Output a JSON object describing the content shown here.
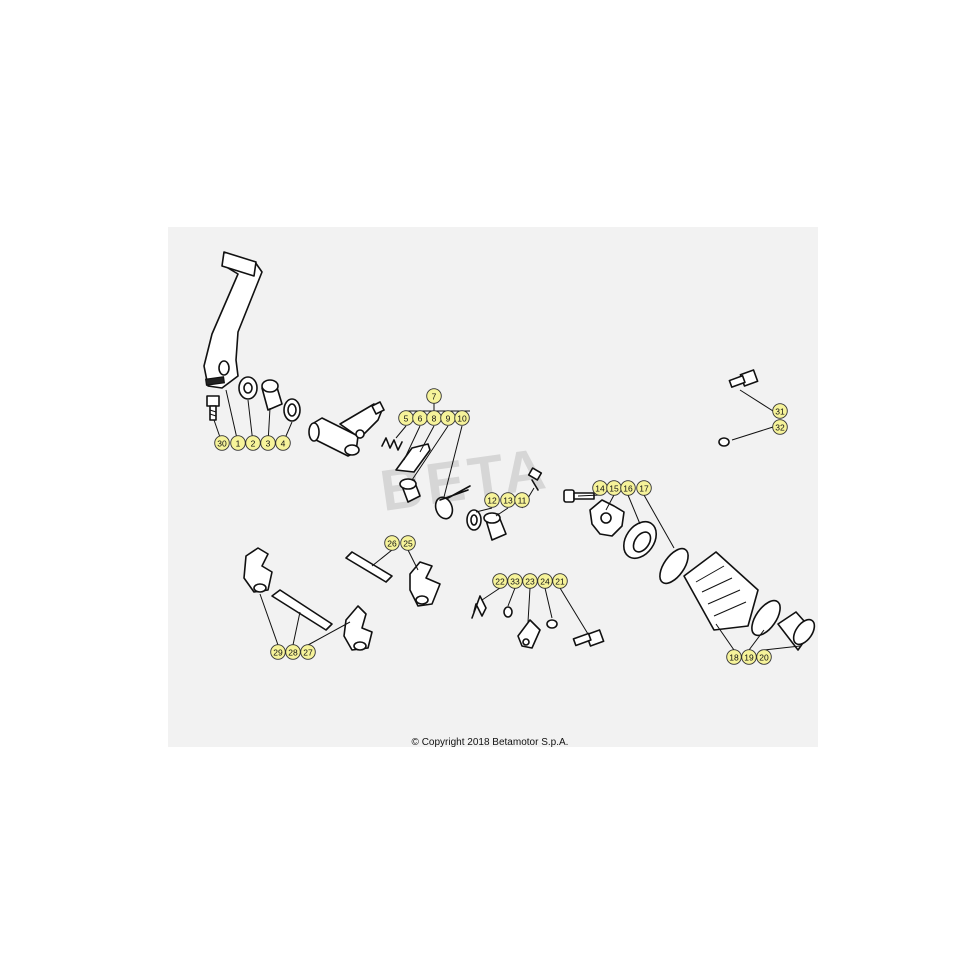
{
  "watermark_text": "BETA",
  "copyright": "© Copyright 2018 Betamotor S.p.A.",
  "callouts": [
    {
      "label": "30",
      "key": "30"
    },
    {
      "label": "1",
      "key": "1"
    },
    {
      "label": "2",
      "key": "2"
    },
    {
      "label": "3",
      "key": "3"
    },
    {
      "label": "4",
      "key": "4"
    },
    {
      "label": "7",
      "key": "7"
    },
    {
      "label": "5",
      "key": "5"
    },
    {
      "label": "6",
      "key": "6"
    },
    {
      "label": "8",
      "key": "8"
    },
    {
      "label": "9",
      "key": "9"
    },
    {
      "label": "10",
      "key": "10"
    },
    {
      "label": "12",
      "key": "12"
    },
    {
      "label": "13",
      "key": "13"
    },
    {
      "label": "11",
      "key": "11"
    },
    {
      "label": "14",
      "key": "14"
    },
    {
      "label": "15",
      "key": "15"
    },
    {
      "label": "16",
      "key": "16"
    },
    {
      "label": "17",
      "key": "17"
    },
    {
      "label": "31",
      "key": "31"
    },
    {
      "label": "32",
      "key": "32"
    },
    {
      "label": "26",
      "key": "26"
    },
    {
      "label": "25",
      "key": "25"
    },
    {
      "label": "22",
      "key": "22"
    },
    {
      "label": "33",
      "key": "33"
    },
    {
      "label": "23",
      "key": "23"
    },
    {
      "label": "24",
      "key": "24"
    },
    {
      "label": "21",
      "key": "21"
    },
    {
      "label": "29",
      "key": "29"
    },
    {
      "label": "28",
      "key": "28"
    },
    {
      "label": "27",
      "key": "27"
    },
    {
      "label": "18",
      "key": "18"
    },
    {
      "label": "19",
      "key": "19"
    },
    {
      "label": "20",
      "key": "20"
    }
  ]
}
